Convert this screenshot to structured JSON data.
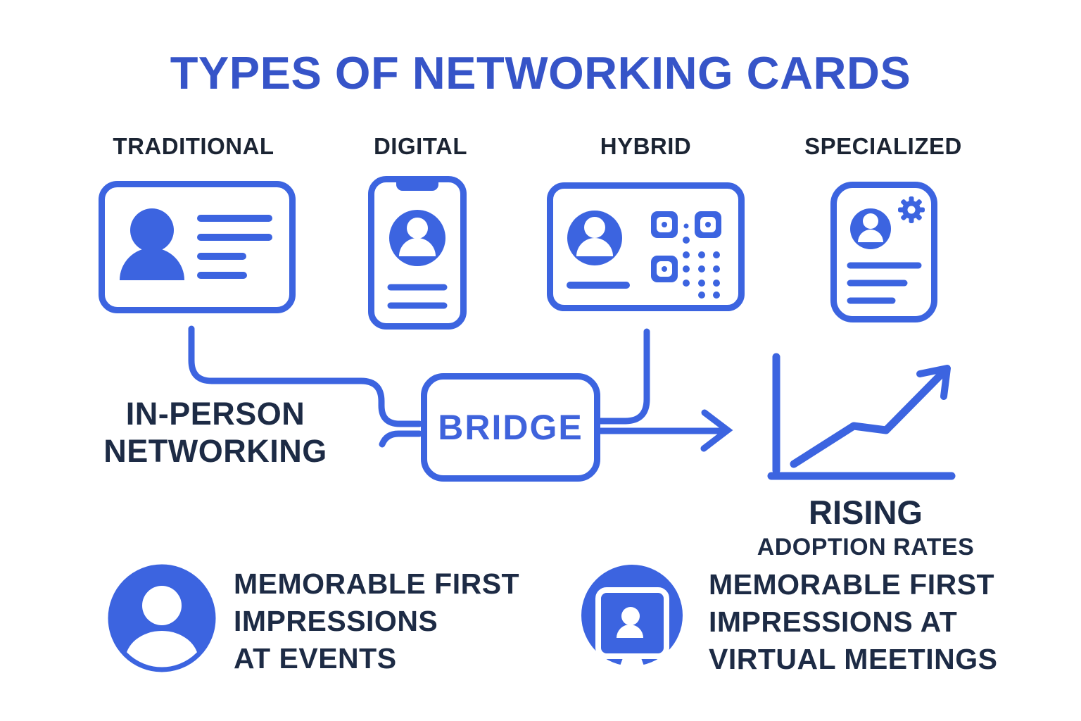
{
  "colors": {
    "title_blue": "#3654c8",
    "primary_blue": "#3c64e0",
    "bridge_blue": "#3f63dc",
    "dark_navy": "#1d2b45",
    "label_dark": "#1b2433"
  },
  "title": "TYPES OF NETWORKING CARDS",
  "categories": [
    {
      "label": "TRADITIONAL",
      "icon": "business-card-icon"
    },
    {
      "label": "DIGITAL",
      "icon": "phone-profile-card-icon"
    },
    {
      "label": "HYBRID",
      "icon": "card-with-qr-code-icon"
    },
    {
      "label": "SPECIALIZED",
      "icon": "card-with-gear-icon"
    }
  ],
  "flow": {
    "left_label_line1": "IN-PERSON",
    "left_label_line2": "NETWORKING",
    "bridge_label": "BRIDGE",
    "chart_label_line1": "RISING",
    "chart_label_line2": "ADOPTION RATES",
    "icons": [
      "flow-connector-line",
      "arrow-right-icon",
      "rising-trend-chart-icon"
    ]
  },
  "benefits": [
    {
      "icon": "person-avatar-icon",
      "line1": "MEMORABLE FIRST",
      "line2": "IMPRESSIONS",
      "line3": "AT EVENTS"
    },
    {
      "icon": "virtual-meeting-monitor-icon",
      "line1": "MEMORABLE FIRST",
      "line2": "IMPRESSIONS AT",
      "line3": "VIRTUAL MEETINGS"
    }
  ]
}
